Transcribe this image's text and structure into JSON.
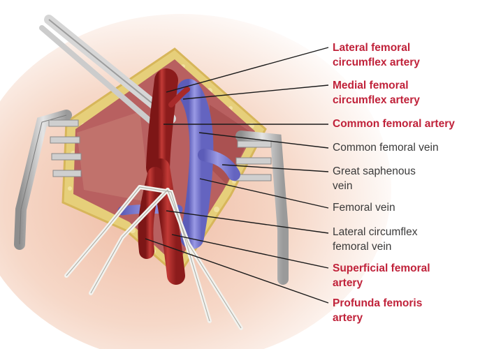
{
  "labels": [
    {
      "lines": [
        "Lateral femoral",
        "circumflex artery"
      ],
      "kind": "artery"
    },
    {
      "lines": [
        "Medial femoral",
        "circumflex artery"
      ],
      "kind": "artery"
    },
    {
      "lines": [
        "Common femoral artery"
      ],
      "kind": "artery"
    },
    {
      "lines": [
        "Common femoral vein"
      ],
      "kind": "vein"
    },
    {
      "lines": [
        "Great saphenous",
        "vein"
      ],
      "kind": "vein"
    },
    {
      "lines": [
        "Femoral vein"
      ],
      "kind": "vein"
    },
    {
      "lines": [
        "Lateral circumflex",
        "femoral vein"
      ],
      "kind": "vein"
    },
    {
      "lines": [
        "Superficial femoral",
        "artery"
      ],
      "kind": "artery"
    },
    {
      "lines": [
        "Profunda femoris",
        "artery"
      ],
      "kind": "artery"
    }
  ],
  "colors": {
    "artery_label": "#c0223a",
    "vein_label": "#3a3a3a",
    "artery": "#a82a2a",
    "vein": "#7f7fd2",
    "fat": "#e6cf7a",
    "skin": "#f3cdb8",
    "muscle": "#b86060",
    "retractor": "#b9b9b9"
  }
}
